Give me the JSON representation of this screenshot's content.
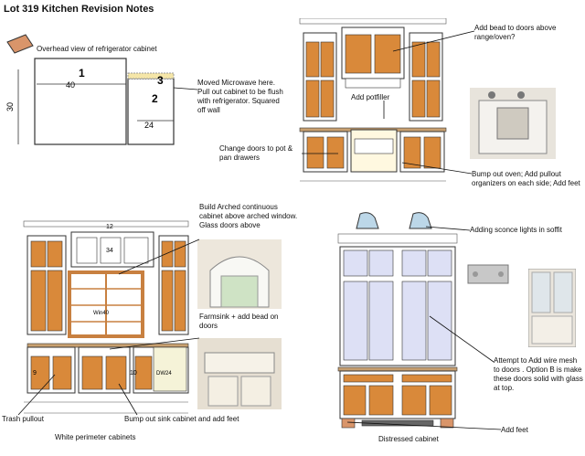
{
  "title": "Lot 319 Kitchen Revision Notes",
  "annotations": {
    "overhead": "Overhead view of refrigerator cabinet",
    "microwave": "Moved Microwave here. Pull out cabinet to be flush with refrigerator. Squared off wall",
    "bead_range": "Add bead to doors above range/oven?",
    "potfiller": "Add potfiller",
    "pot_drawers": "Change doors to pot & pan drawers",
    "oven": "Bump out oven; Add pullout organizers on each side; Add feet",
    "arched": "Build Arched continuous cabinet above arched window. Glass doors above",
    "farmsink": "Farmsink + add bead on doors",
    "trash": "Trash pullout",
    "sink_cab": "Bump out sink cabinet and add feet",
    "perimeter": "White perimeter cabinets",
    "sconce": "Adding sconce lights in soffit",
    "wire_mesh": "Attempt to Add wire mesh to doors . Option B is make these doors solid with glass at top.",
    "feet": "Add feet",
    "distressed": "Distressed cabinet"
  },
  "fridge_plan": {
    "label_1": "1",
    "label_2": "2",
    "label_3": "3",
    "dim_40": "40",
    "dim_30": "30",
    "dim_24": "24"
  },
  "elevation_labels": {
    "win": "Win40",
    "dw": "DW24",
    "dim_12": "12",
    "dim_34": "34",
    "dim_10": "10",
    "dim_9": "9"
  },
  "colors": {
    "door_fill": "#d9893a",
    "cabinet_stroke": "#333333",
    "glass_fill": "#dde0f5",
    "wood_trim": "#c8a070",
    "feet": "#d9956a"
  }
}
